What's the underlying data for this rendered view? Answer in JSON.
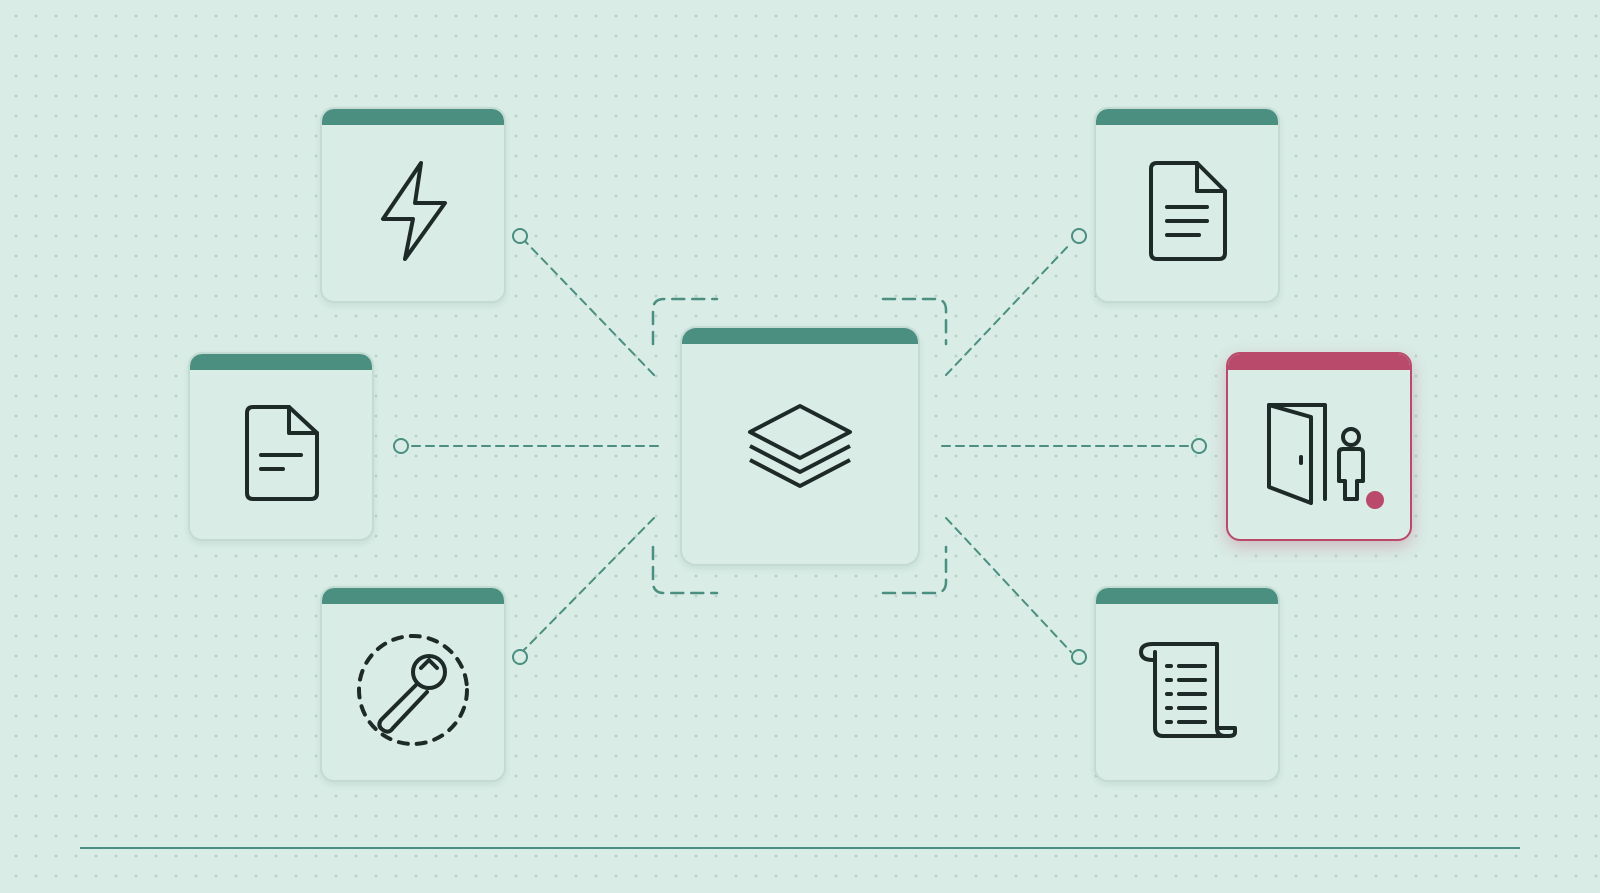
{
  "colors": {
    "background": "#d9ece6",
    "accent": "#4a8f7f",
    "alert": "#b94a6b",
    "icon_stroke": "#1e2a28",
    "connector": "#4a8f7f"
  },
  "diagram": {
    "hub": {
      "icon": "stack-layers-icon"
    },
    "nodes": [
      {
        "id": "power",
        "icon": "lightning-bolt-icon",
        "status": "normal"
      },
      {
        "id": "document-left",
        "icon": "document-icon",
        "status": "normal"
      },
      {
        "id": "settings",
        "icon": "wrench-icon",
        "status": "normal"
      },
      {
        "id": "document-right",
        "icon": "document-icon",
        "status": "normal"
      },
      {
        "id": "exit",
        "icon": "door-person-icon",
        "status": "alert"
      },
      {
        "id": "log",
        "icon": "scroll-list-icon",
        "status": "normal"
      }
    ],
    "connections": [
      {
        "from": "hub",
        "to": "power"
      },
      {
        "from": "hub",
        "to": "document-left"
      },
      {
        "from": "hub",
        "to": "settings"
      },
      {
        "from": "hub",
        "to": "document-right"
      },
      {
        "from": "hub",
        "to": "exit"
      },
      {
        "from": "hub",
        "to": "log"
      }
    ]
  }
}
